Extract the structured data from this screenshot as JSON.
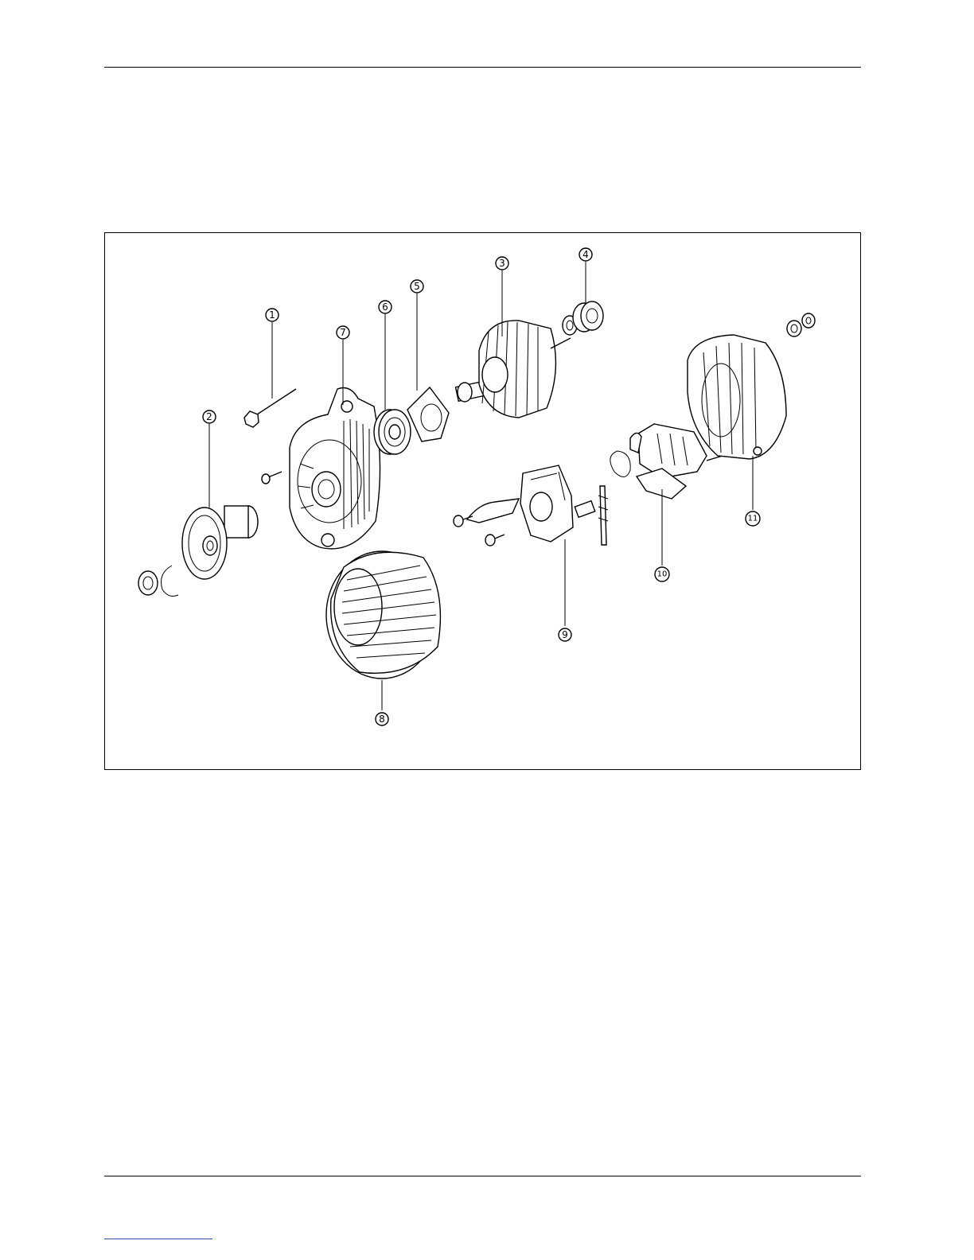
{
  "figure": {
    "callouts": [
      {
        "id": "callout-1",
        "label": "1"
      },
      {
        "id": "callout-2",
        "label": "2"
      },
      {
        "id": "callout-3",
        "label": "3"
      },
      {
        "id": "callout-4",
        "label": "4"
      },
      {
        "id": "callout-5",
        "label": "5"
      },
      {
        "id": "callout-6",
        "label": "6"
      },
      {
        "id": "callout-7",
        "label": "7"
      },
      {
        "id": "callout-8",
        "label": "8"
      },
      {
        "id": "callout-9",
        "label": "9"
      },
      {
        "id": "callout-10",
        "label": "10"
      },
      {
        "id": "callout-11",
        "label": "11"
      }
    ]
  },
  "colors": {
    "line": "#000000",
    "footnote_rule": "#2f4fb0"
  }
}
